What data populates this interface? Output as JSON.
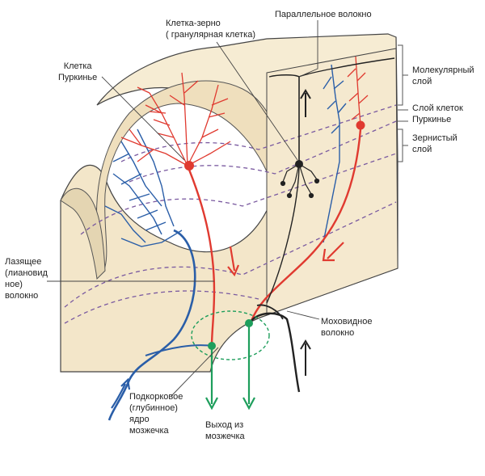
{
  "labels": {
    "granule_cell": "Клетка-зерно\n( гранулярная клетка)",
    "parallel_fiber": "Параллельное волокно",
    "purkinje_cell": "Клетка\nПуркинье",
    "molecular_layer": "Молекулярный\nслой",
    "purkinje_layer": "Слой клеток\nПуркинье",
    "granular_layer": "Зернистый\nслой",
    "climbing_fiber": "Лазящее\n(лиановид\nное)\nволокно",
    "mossy_fiber": "Моховидное\nволокно",
    "deep_nucleus": "Подкорковое\n(глубинное)\nядро\nмозжечка",
    "output": "Выход из\nмозжечка"
  },
  "colors": {
    "tissue": "#f6ecd3",
    "tissue_dark": "#e4d5b2",
    "purkinje": "#e03a30",
    "climbing": "#2a5ea8",
    "mossy": "#222222",
    "output": "#1e9e5c",
    "dashed": "#7a5aa0"
  }
}
